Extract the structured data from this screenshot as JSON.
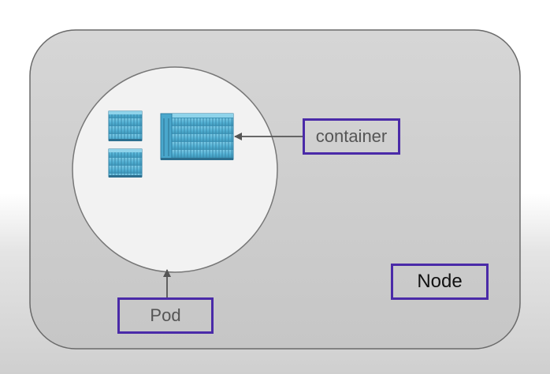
{
  "labels": {
    "container": "container",
    "node": "Node",
    "pod": "Pod"
  },
  "icons": {
    "small_container_top": "shipping-container-icon",
    "small_container_bottom": "shipping-container-icon",
    "large_container": "shipping-container-icon"
  },
  "colors": {
    "label_border": "#4a2aa8",
    "node_fill": "#cdcdcd",
    "pod_fill": "#f2f2f2",
    "container_blue": "#5ab8d8"
  }
}
